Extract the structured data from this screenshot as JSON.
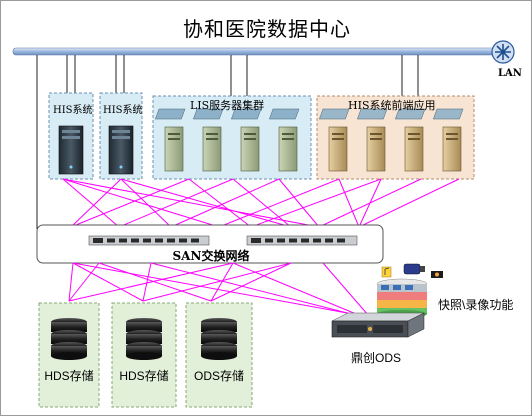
{
  "title": "协和医院数据中心",
  "lan_label": "LAN",
  "groups": {
    "his1": "HIS系统",
    "his2": "HIS系统",
    "lis": "LIS服务器集群",
    "his_front": "HIS系统前端应用"
  },
  "san_label": "SAN交换网络",
  "storage": [
    "HDS存储",
    "HDS存储",
    "ODS存储"
  ],
  "snapshot_label": "快照\\录像功能",
  "ods_device_label": "鼎创ODS",
  "colors": {
    "lan_bar": "#a9c3e6",
    "server_group_fill": "#d7ecf5",
    "front_group_fill": "#f7e4d2",
    "storage_fill": "#e2efd9",
    "storage_border": "#8aa878",
    "san_lines": "#ff00ff"
  }
}
